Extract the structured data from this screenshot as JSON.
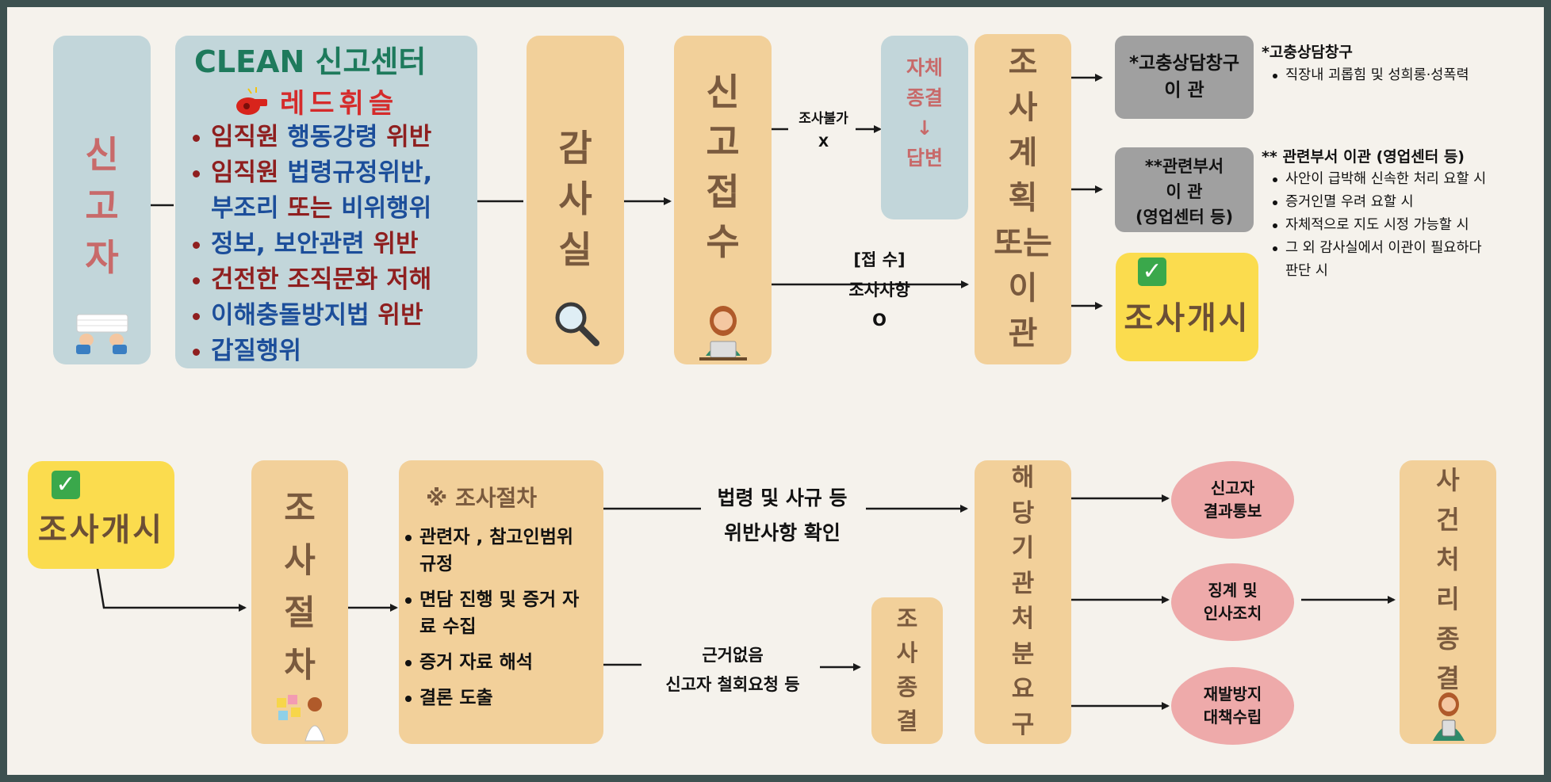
{
  "row1": {
    "reporter": "신\n고\n자",
    "clean_center": {
      "title": "CLEAN 신고센터",
      "subtitle": "레드휘슬",
      "items": [
        [
          {
            "t": "임직원 ",
            "c": "red"
          },
          {
            "t": "행동강령",
            "c": "nav"
          },
          {
            "t": " 위반",
            "c": "red"
          }
        ],
        [
          {
            "t": "임직원 ",
            "c": "red"
          },
          {
            "t": "법령규정위반,",
            "c": "nav"
          }
        ],
        [
          {
            "t": "부조리",
            "c": "nav"
          },
          {
            "t": " 또는 ",
            "c": "red"
          },
          {
            "t": "비위행위",
            "c": "nav"
          }
        ],
        [
          {
            "t": "정보, 보안관련",
            "c": "nav"
          },
          {
            "t": " 위반",
            "c": "red"
          }
        ],
        [
          {
            "t": "건전한 조직문화 저해",
            "c": "red"
          }
        ],
        [
          {
            "t": "이해충돌방지법",
            "c": "nav"
          },
          {
            "t": " 위반",
            "c": "red"
          }
        ],
        [
          {
            "t": "갑질행위",
            "c": "nav"
          }
        ]
      ]
    },
    "audit_office": "감\n사\n실",
    "report_received": "신\n고\n접\n수",
    "no_investigation_label": "조사불가\nX",
    "self_close": "자체\n종결\n↓\n답변",
    "received_label": "[접 수]\n조사사항\nO",
    "plan_or_transfer": "조\n사\n계\n획\n또는\n이\n관",
    "grievance_box": "*고충상담창구\n이 관",
    "dept_box": "**관련부서\n이 관\n(영업센터 등)",
    "start_investigation": "조사개시",
    "grievance_note_title": "*고충상담창구",
    "grievance_notes": [
      "직장내 괴롭힘 및 성희롱·성폭력"
    ],
    "dept_note_title": "** 관련부서 이관 (영업센터 등)",
    "dept_notes": [
      "사안이 급박해 신속한 처리 요할 시",
      "증거인멸 우려 요할 시",
      "자체적으로 지도 시정 가능할 시",
      "그 외 감사실에서 이관이 필요하다\n판단 시"
    ]
  },
  "row2": {
    "start_investigation": "조사개시",
    "procedure": "조\n사\n절\n차",
    "procedure_title": "※ 조사절차",
    "procedure_items": [
      "관련자 , 참고인범위\n규정",
      "면담 진행 및 증거 자\n료 수집",
      "증거 자료 해석",
      "결론 도출"
    ],
    "violation_label": "법령 및 사규 등\n위반사항 확인",
    "no_grounds_label": "근거없음\n신고자 철회요청 등",
    "investigation_closed": "조\n사\n종\n결",
    "disciplinary_request": "해\n당\n기\n관\n처\n분\n요\n구",
    "notify_reporter": "신고자\n결과통보",
    "discipline": "징계 및\n인사조치",
    "prevention": "재발방지\n대책수립",
    "case_closed": "사\n건\n처\n리\n종\n결"
  },
  "colors": {
    "background": "#f5f2ec",
    "frame": "#3d5150",
    "peach": "#f2d09a",
    "blue": "#c2d6da",
    "grey": "#a0a0a0",
    "yellow": "#fbdc4e",
    "pink": "#eeaaaa",
    "red": "#8f1f1f",
    "navy": "#1c4e9a",
    "green": "#1e7a5c"
  },
  "icons": [
    "keyboard-hands-icon",
    "whistle-icon",
    "magnifier-icon",
    "woman-laptop-icon",
    "check-icon",
    "woman-sticky-notes-icon",
    "woman-tablet-icon"
  ]
}
